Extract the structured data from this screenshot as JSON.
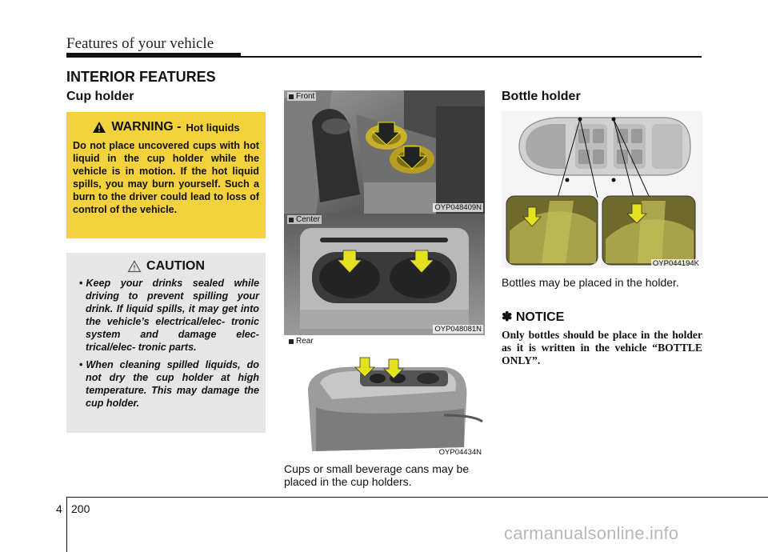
{
  "header": {
    "title": "Features of your vehicle"
  },
  "section": {
    "title": "INTERIOR FEATURES"
  },
  "cup_holder": {
    "title": "Cup holder",
    "warning": {
      "label": "WARNING -",
      "subject": "Hot liquids",
      "text": "Do not place uncovered cups with hot liquid in the cup holder while the vehicle is in motion. If the hot liquid spills, you may burn yourself. Such a burn to the driver could lead to loss of control of the vehicle."
    },
    "caution": {
      "label": "CAUTION",
      "items": [
        "Keep your drinks sealed while driving to prevent spilling your drink. If liquid spills, it may get into the vehicle’s electrical/elec- tronic system and damage elec- trical/elec- tronic parts.",
        "When cleaning spilled liquids, do not dry the cup holder at high temperature. This may damage the cup holder."
      ]
    },
    "images": [
      {
        "tag": "Front",
        "code": "OYP048409N"
      },
      {
        "tag": "Center",
        "code": "OYP048081N"
      },
      {
        "tag": "Rear",
        "code": "OYP04434N"
      }
    ],
    "caption": "Cups or small beverage cans may be placed in the cup holders."
  },
  "bottle_holder": {
    "title": "Bottle holder",
    "image_code": "OYP044194K",
    "caption": "Bottles may be placed in the holder.",
    "notice": {
      "title": "✽ NOTICE",
      "text": "Only bottles should be place in the holder as it is written in the vehicle “BOTTLE ONLY”."
    }
  },
  "footer": {
    "chapter": "4",
    "page": "200",
    "watermark": "carmanualsonline.info"
  },
  "colors": {
    "warning_bg": "#f4d23d",
    "caution_bg": "#e6e6e6",
    "highlight": "#e4e21e"
  }
}
